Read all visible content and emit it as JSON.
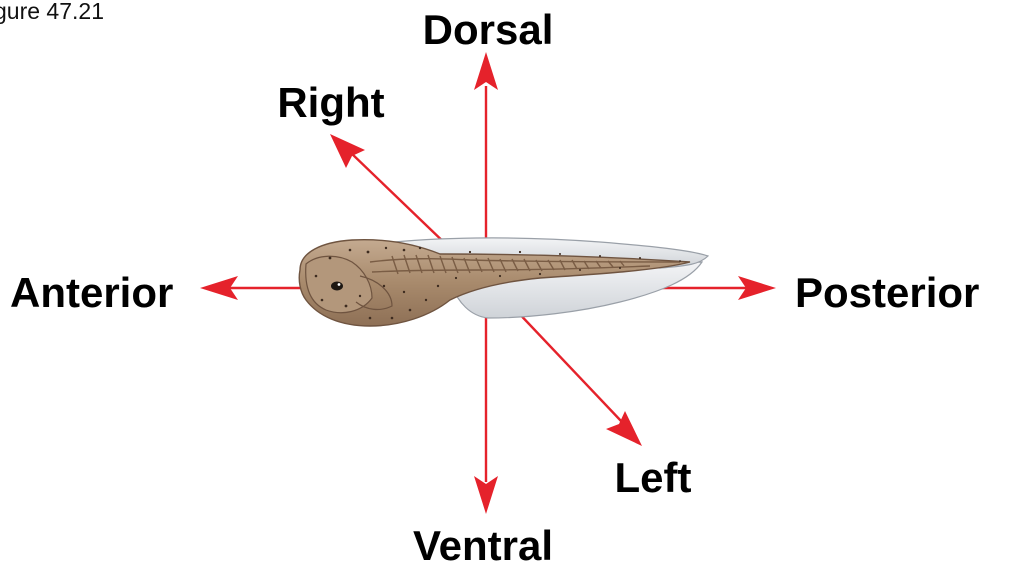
{
  "figure": {
    "caption": "gure 47.21"
  },
  "axes": {
    "dorsal": "Dorsal",
    "ventral": "Ventral",
    "anterior": "Anterior",
    "posterior": "Posterior",
    "right": "Right",
    "left": "Left"
  },
  "colors": {
    "arrow": "#e5222b",
    "label": "#000000",
    "body_skin": "#a98c70",
    "fin": "#e7e9ec"
  },
  "icons": {
    "specimen": "tadpole-illustration"
  }
}
